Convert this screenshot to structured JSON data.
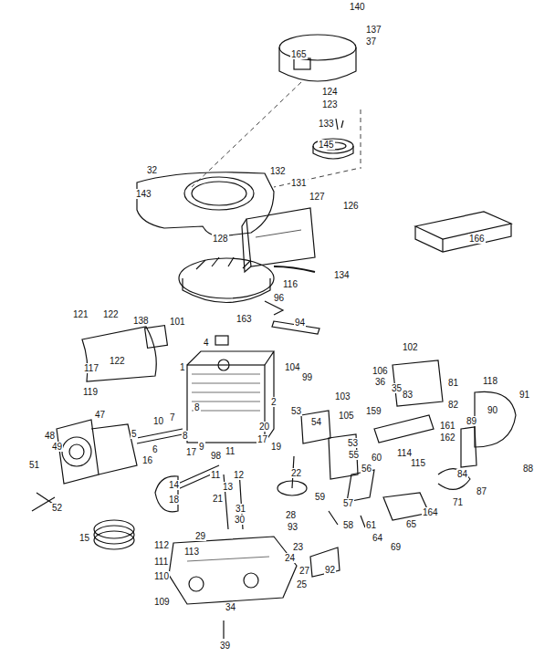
{
  "diagram": {
    "labels": [
      "140",
      "137",
      "37",
      "165",
      "124",
      "123",
      "133",
      "145",
      "32",
      "132",
      "131",
      "143",
      "127",
      "126",
      "128",
      "166",
      "134",
      "116",
      "96",
      "121",
      "122",
      "138",
      "101",
      "163",
      "94",
      "4",
      "102",
      "117",
      "122",
      "1",
      "104",
      "99",
      "106",
      "36",
      "35",
      "103",
      "81",
      "83",
      "82",
      "118",
      "91",
      "119",
      "2",
      "105",
      "159",
      "89",
      "90",
      "53",
      "54",
      "20",
      "19",
      "17",
      "53",
      "55",
      "56",
      "60",
      "161",
      "162",
      "114",
      "115",
      "88",
      "84",
      "87",
      "71",
      "164",
      "65",
      "57",
      "59",
      "22",
      "58",
      "61",
      "64",
      "69",
      "47",
      "48",
      "5",
      "10",
      "7",
      "8",
      "8",
      "6",
      "9",
      "17",
      "98",
      "11",
      "12",
      "11",
      "13",
      "16",
      "14",
      "18",
      "21",
      "31",
      "30",
      "28",
      "93",
      "92",
      "49",
      "51",
      "52",
      "15",
      "29",
      "23",
      "112",
      "113",
      "24",
      "111",
      "27",
      "110",
      "25",
      "109",
      "34",
      "39"
    ]
  }
}
